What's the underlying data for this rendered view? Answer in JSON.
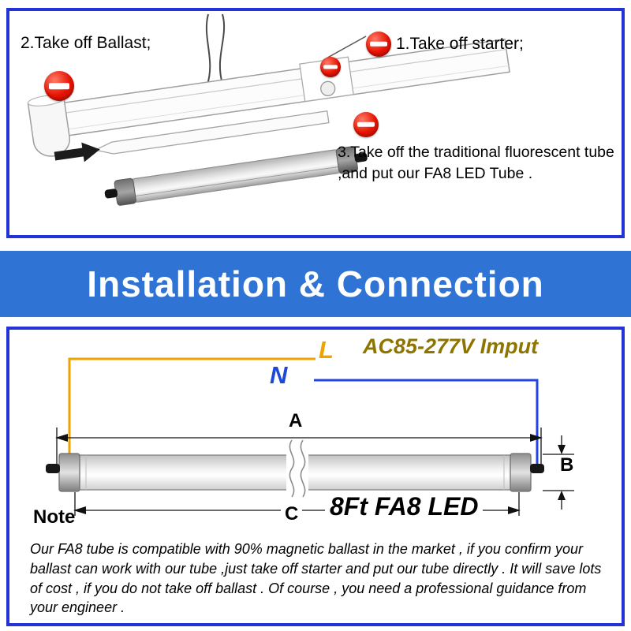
{
  "steps": {
    "step2": "2.Take off Ballast;",
    "step1": "1.Take off starter;",
    "step3": "3.Take off the traditional fluorescent tube ,and put our FA8 LED Tube ."
  },
  "banner": {
    "title": "Installation & Connection"
  },
  "wiring": {
    "line_l": "L",
    "line_n": "N",
    "input": "AC85-277V Imput",
    "dim_a": "A",
    "dim_b": "B",
    "dim_c": "C",
    "tube_label": "8Ft FA8 LED"
  },
  "note": {
    "title": "Note",
    "body": "Our FA8 tube is compatible with 90% magnetic ballast in the market , if you confirm your ballast can work with our tube  ,just take off starter and put our tube directly . It will save lots of cost , if you do not take off ballast . Of course , you need a professional guidance from your engineer ."
  },
  "colors": {
    "panel_border_blue": "#2433d6",
    "banner_blue": "#2f74d4",
    "prohibit_red": "#e61200",
    "wire_live_orange": "#eda400",
    "wire_neutral_blue": "#2244e0",
    "input_text_gold": "#8d7500",
    "label_blue": "#1d49d8"
  }
}
